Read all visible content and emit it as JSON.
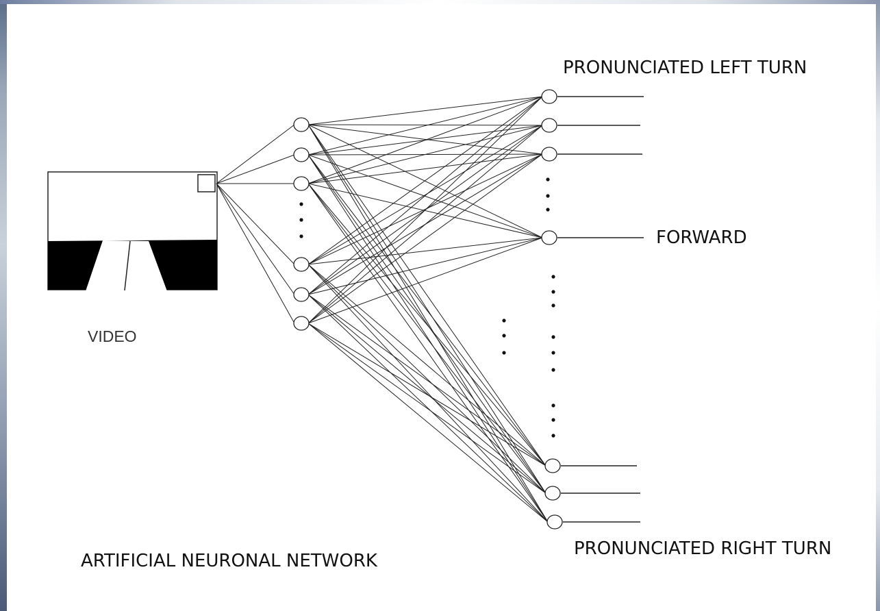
{
  "labels": {
    "video": "VIDEO",
    "network": "ARTIFICIAL NEURONAL NETWORK",
    "left_turn": "PRONUNCIATED LEFT TURN",
    "forward": "FORWARD",
    "right_turn": "PRONUNCIATED RIGHT TURN"
  },
  "colors": {
    "line": "#222222",
    "road": "#000000",
    "background": "#ffffff"
  }
}
